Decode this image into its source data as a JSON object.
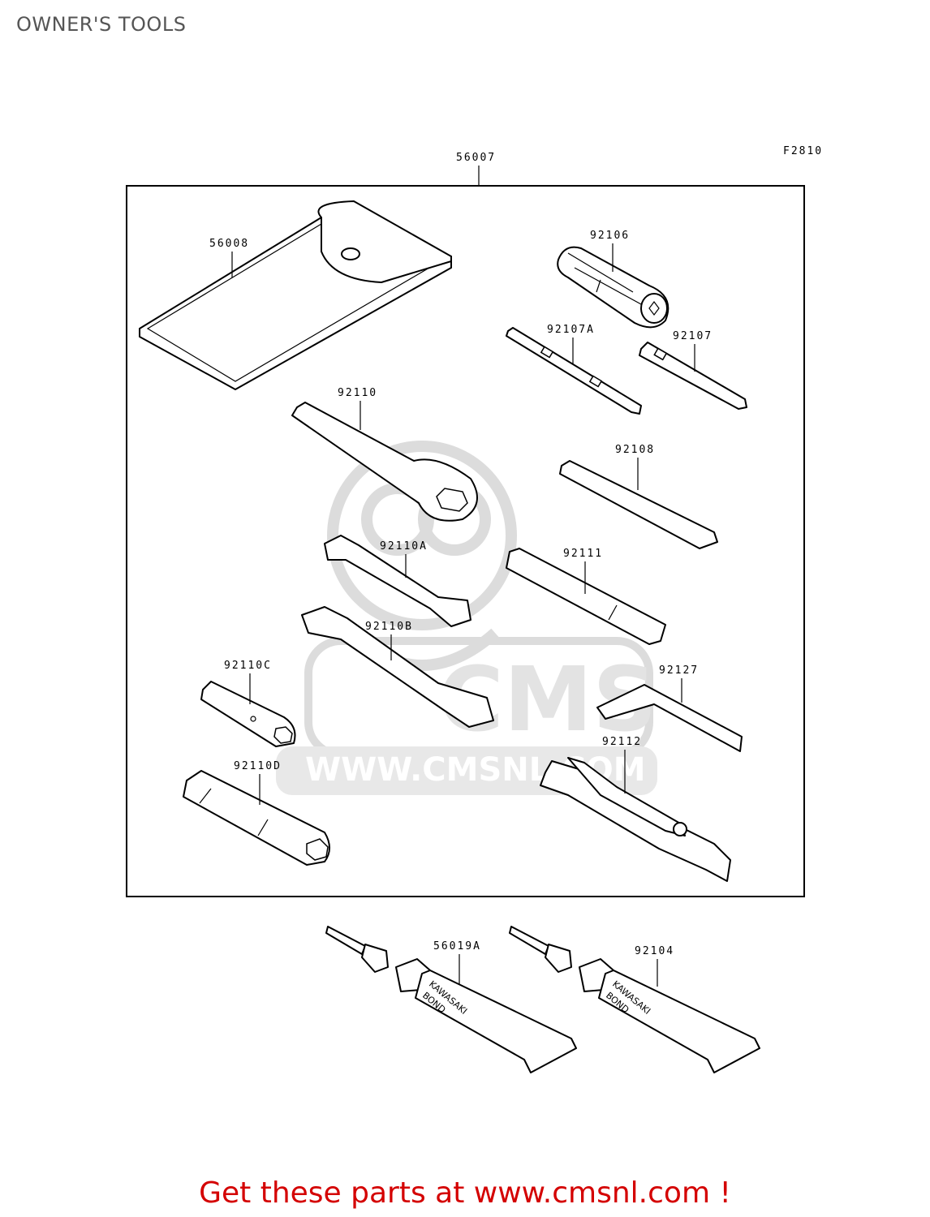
{
  "page": {
    "title": "OWNER'S TOOLS",
    "figure_code": "F2810",
    "promo": "Get these parts at www.cmsnl.com !"
  },
  "watermark": {
    "logo_text": "CMS",
    "url_text": "WWW.CMSNL.COM"
  },
  "tube_markings": [
    "KAWASAKI",
    "BOND"
  ],
  "parts": {
    "kit": "56007",
    "case": "56008",
    "screwdriver_grip": "92106",
    "screwdriver_bit_a": "92107A",
    "screwdriver_bit": "92107",
    "box_wrench": "92110",
    "hook_tool": "92108",
    "open_wrench_a": "92110A",
    "handle": "92111",
    "open_wrench_b": "92110B",
    "hex_key": "92127",
    "plug_wrench_c": "92110C",
    "pliers": "92112",
    "plug_wrench_d": "92110D",
    "bond_tube_1": "56019A",
    "bond_tube_2": "92104"
  },
  "colors": {
    "promo": "#d40000",
    "title": "#555555",
    "watermark": "#dcdcdc"
  }
}
